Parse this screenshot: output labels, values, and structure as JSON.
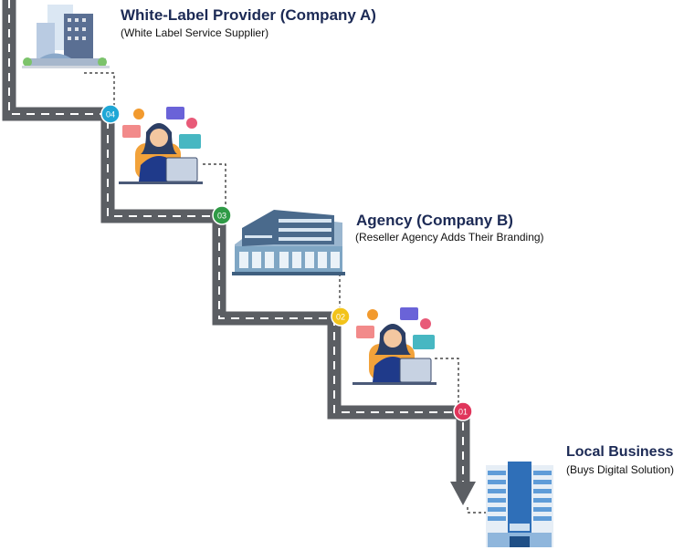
{
  "steps": [
    {
      "id": "provider",
      "number": "04",
      "title": "White-Label Provider (Company A)",
      "subtitle": "(White Label Service Supplier)",
      "badge_color": "#1fa7d6"
    },
    {
      "id": "agency",
      "number": "03",
      "title": "Agency (Company B)",
      "subtitle": "(Reseller Agency Adds Their Branding)",
      "badge_color": "#2f9a46"
    },
    {
      "id": "agent-2",
      "number": "02",
      "badge_color": "#f2c31b"
    },
    {
      "id": "local",
      "number": "01",
      "title": "Local Business",
      "subtitle": "(Buys Digital Solution)",
      "badge_color": "#e0355b"
    }
  ],
  "colors": {
    "road": "#5b5e63",
    "road_dash": "#ffffff",
    "heading": "#1c2a55"
  },
  "icons": [
    "office-building-icon",
    "support-agent-icon",
    "apartment-building-icon",
    "support-agent-icon",
    "skyscraper-icon",
    "road-arrow-icon"
  ]
}
